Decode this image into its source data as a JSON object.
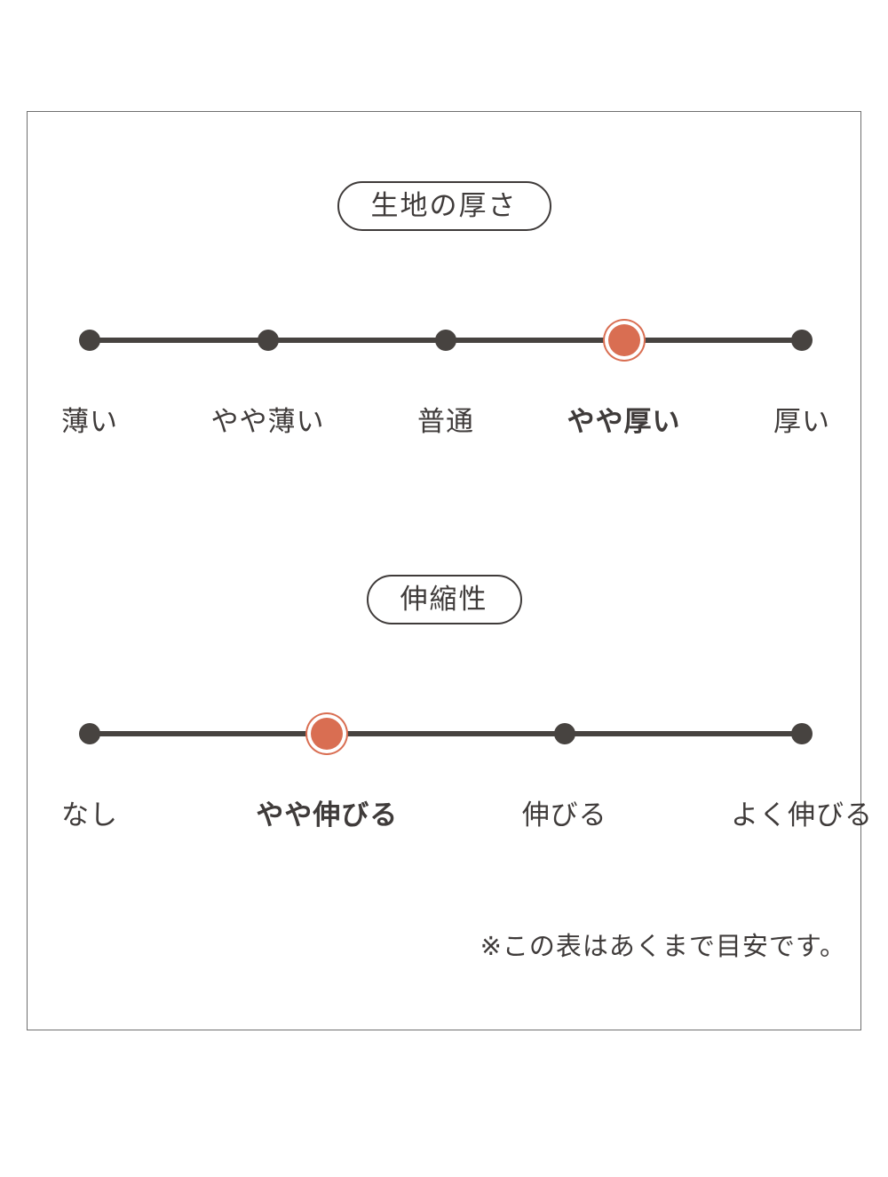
{
  "colors": {
    "ink": "#3f3b3a",
    "accent": "#d96e52"
  },
  "panel": {
    "note": "※この表はあくまで目安です。"
  },
  "scales": [
    {
      "title": "生地の厚さ",
      "options": [
        "薄い",
        "やや薄い",
        "普通",
        "やや厚い",
        "厚い"
      ],
      "selected_index": 3,
      "selected_label": "やや厚い"
    },
    {
      "title": "伸縮性",
      "options": [
        "なし",
        "やや伸びる",
        "伸びる",
        "よく伸びる"
      ],
      "selected_index": 1,
      "selected_label": "やや伸びる"
    }
  ]
}
